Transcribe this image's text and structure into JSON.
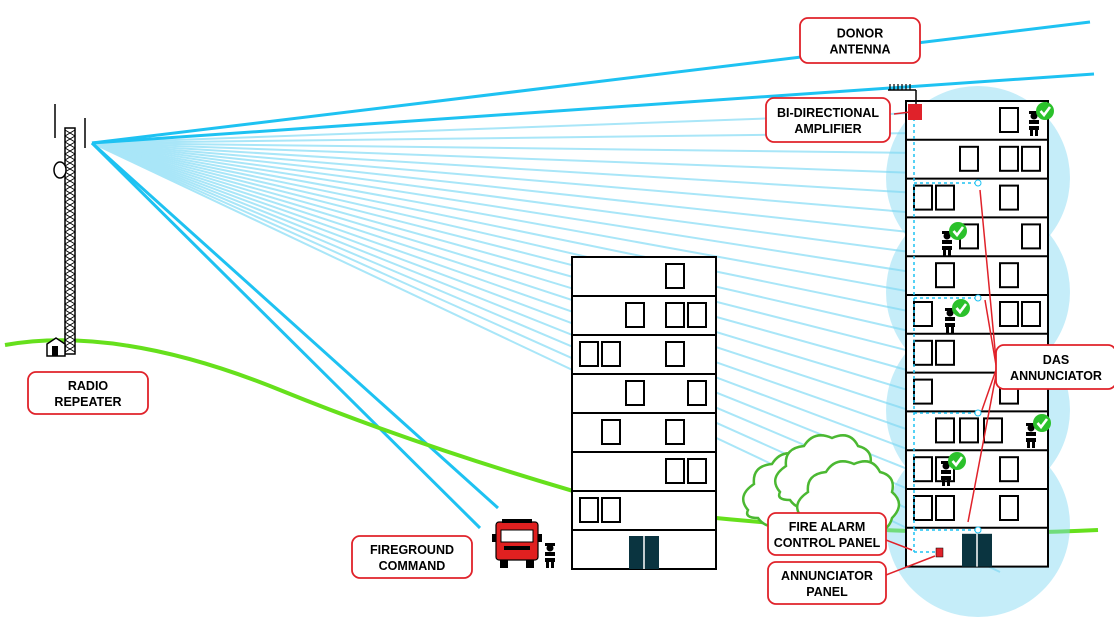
{
  "labels": {
    "donor_antenna": [
      "DONOR",
      "ANTENNA"
    ],
    "bda": [
      "BI-DIRECTIONAL",
      "AMPLIFIER"
    ],
    "radio_repeater": [
      "RADIO",
      "REPEATER"
    ],
    "das_annunciator": [
      "DAS",
      "ANNUNCIATOR"
    ],
    "facp": [
      "FIRE ALARM",
      "CONTROL PANEL"
    ],
    "annunciator_panel": [
      "ANNUNCIATOR",
      "PANEL"
    ],
    "fireground_command": [
      "FIREGROUND",
      "COMMAND"
    ]
  },
  "colors": {
    "signal": "#1ec2f2",
    "signal_faint": "#a9e6f8",
    "coverage": "#7fd8f2",
    "ground": "#66e01c",
    "callout_border": "#e0222a",
    "check": "#2bc12b",
    "truck": "#e02020",
    "tree": "#4bb832",
    "door": "#0a3440"
  },
  "icons": {
    "coverage_check": "check-circle-icon",
    "firefighter": "firefighter-icon",
    "truck": "fire-truck-icon",
    "tower": "radio-tower-icon",
    "antenna": "yagi-antenna-icon"
  }
}
